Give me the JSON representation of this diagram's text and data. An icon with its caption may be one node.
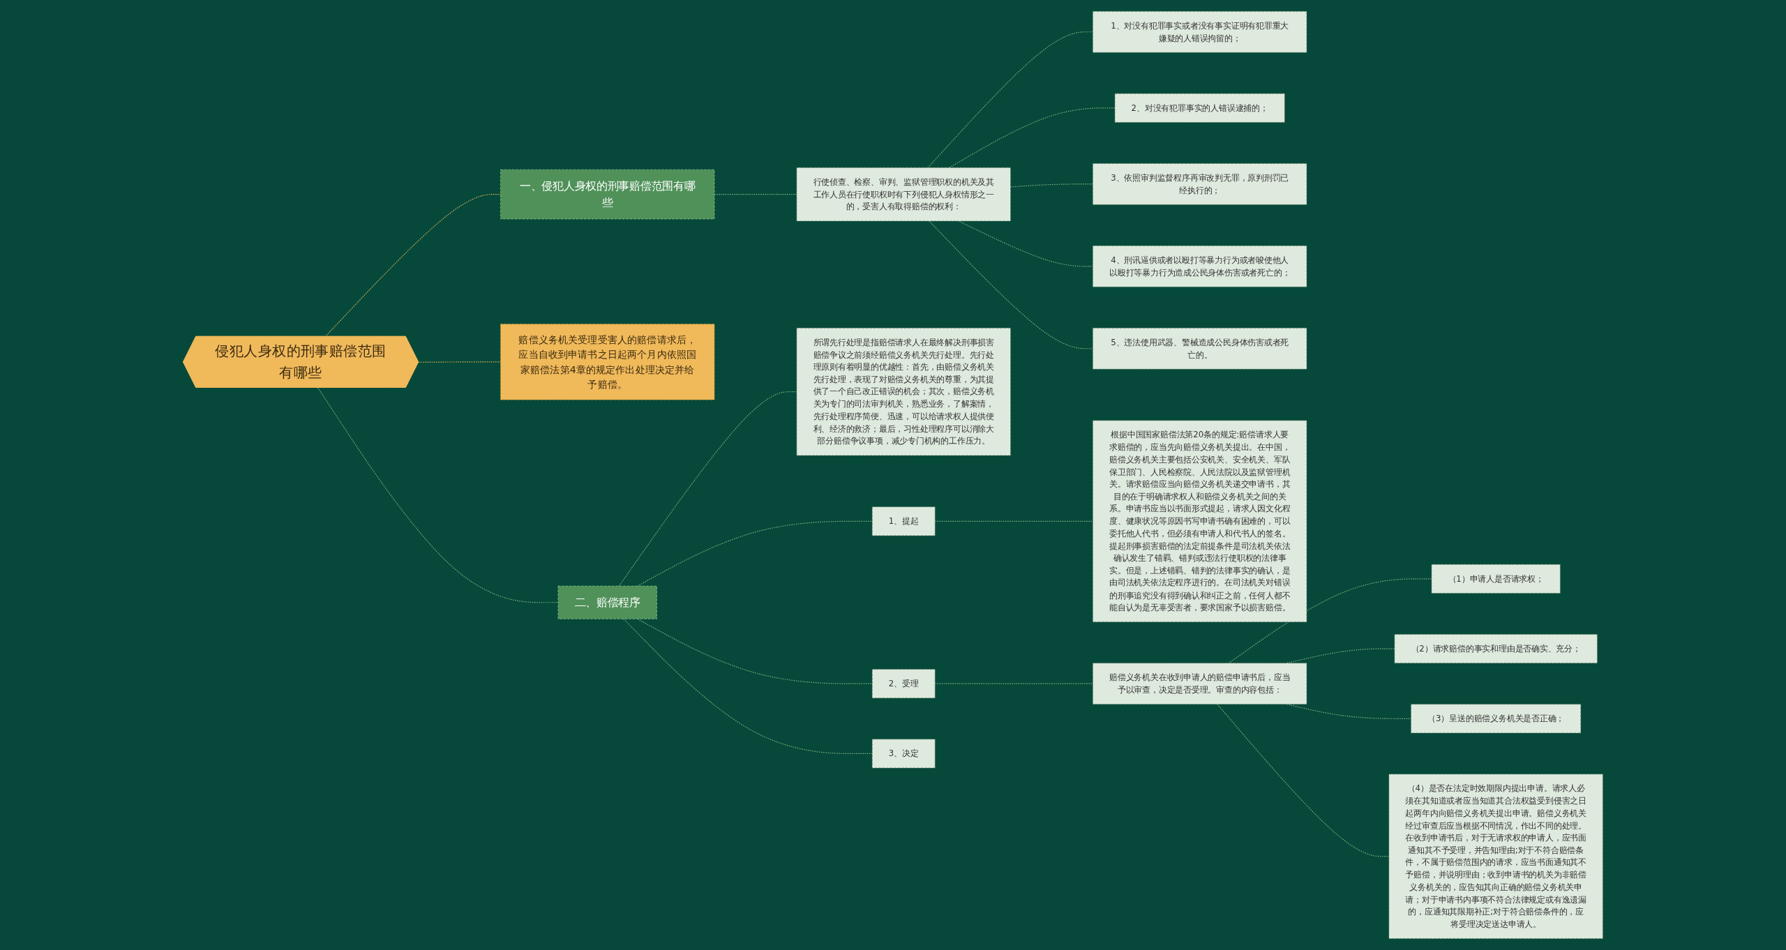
{
  "diagram": {
    "nodes": [
      {
        "text": [
          "侵犯人身权的刑事赔偿范围有哪些"
        ]
      },
      {
        "text": [
          "一、侵犯人身权的刑事赔偿范围有哪些"
        ]
      },
      {
        "text": [
          "行使侦查、检察、审判、监狱管理职权的机关及其工作人员在行使职权时有下列侵犯人身权情形之一的，受害人有取得赔偿的权利："
        ]
      },
      {
        "text": [
          "1、对没有犯罪事实或者没有事实证明有犯罪重大嫌疑的人错误拘留的；"
        ]
      },
      {
        "text": [
          "2、对没有犯罪事实的人错误逮捕的；"
        ]
      },
      {
        "text": [
          "3、依照审判监督程序再审改判无罪，原判刑罚已经执行的；"
        ]
      },
      {
        "text": [
          "4、刑讯逼供或者以殴打等暴力行为或者唆使他人以殴打等暴力行为造成公民身体伤害或者死亡的；"
        ]
      },
      {
        "text": [
          "5、违法使用武器、警械造成公民身体伤害或者死亡的。"
        ]
      },
      {
        "text": [
          "赔偿义务机关受理受害人的赔偿请求后，应当自收到申请书之日起两个月内依照国家赔偿法第4章的规定作出处理决定并给予赔偿。"
        ]
      },
      {
        "text": [
          "二、赔偿程序"
        ]
      },
      {
        "text": [
          "所谓先行处理是指赔偿请求人在最终解决刑事损害赔偿争议之前须经赔偿义务机关先行处理。先行处理原则有着明显的优越性：首先，由赔偿义务机关先行处理，表现了对赔偿义务机关的尊重，为其提供了一个自己改正错误的机会；其次，赔偿义务机关为专门的司法审判机关，熟悉业务，了解案情，先行处理程序简便、迅速，可以给请求权人提供便利、经济的救济；最后，习性处理程序可以消除大部分赔偿争议事项，减少专门机构的工作压力。"
        ]
      },
      {
        "text": [
          "1、提起"
        ]
      },
      {
        "text": [
          "根据中国国家赔偿法第20条的规定:赔偿请求人要求赔偿的，应当先向赔偿义务机关提出。在中国，赔偿义务机关主要包括公安机关、安全机关、军队保卫部门、人民检察院、人民法院以及监狱管理机关。请求赔偿应当向赔偿义务机关递交申请书，其目的在于明确请求权人和赔偿义务机关之间的关系。申请书应当以书面形式提起，请求人因文化程度、健康状况等原因书写申请书确有困难的，可以委托他人代书，但必须有申请人和代书人的签名。提起刑事损害赔偿的法定前提条件是司法机关依法确认发生了错羁、错判或违法行使职权的法律事实。但是，上述错羁、错判的法律事实的确认，是由司法机关依法定程序进行的。在司法机关对错误的刑事追究没有得到确认和纠正之前，任何人都不能自认为是无辜受害者，要求国家予以损害赔偿。"
        ]
      },
      {
        "text": [
          "2、受理"
        ]
      },
      {
        "text": [
          "赔偿义务机关在收到申请人的赔偿申请书后，应当予以审查，决定是否受理。审查的内容包括："
        ]
      },
      {
        "text": [
          "（1）申请人是否请求权；"
        ]
      },
      {
        "text": [
          "（2）请求赔偿的事实和理由是否确实、充分；"
        ]
      },
      {
        "text": [
          "（3）呈送的赔偿义务机关是否正确；"
        ]
      },
      {
        "text": [
          "（4）是否在法定时效期限内提出申请。请求人必须在其知道或者应当知道其合法权益受到侵害之日起两年内向赔偿义务机关提出申请。赔偿义务机关经过审查后应当根据不同情况，作出不同的处理。在收到申请书后，对于无请求权的申请人，应书面通知其不予受理，并告知理由;对于不符合赔偿条件，不属于赔偿范围内的请求，应当书面通知其不予赔偿，并说明理由；收到申请书的机关为非赔偿义务机关的，应告知其向正确的赔偿义务机关申请；对于申请书内事项不符合法律规定或有逸遗漏的，应通知其限期补正;对于符合赔偿条件的，应将受理决定送达申请人。"
        ]
      },
      {
        "text": [
          "3、决定"
        ]
      }
    ],
    "edges": [
      {
        "from": 0,
        "to": 1,
        "arrow": "none",
        "style": "dashed",
        "color": "#e0b35a"
      },
      {
        "from": 1,
        "to": 2,
        "arrow": "none",
        "style": "dashed"
      },
      {
        "from": 2,
        "to": 3,
        "arrow": "none",
        "style": "dashed"
      },
      {
        "from": 2,
        "to": 4,
        "arrow": "none",
        "style": "dashed"
      },
      {
        "from": 2,
        "to": 5,
        "arrow": "none",
        "style": "dashed"
      },
      {
        "from": 2,
        "to": 6,
        "arrow": "none",
        "style": "dashed"
      },
      {
        "from": 2,
        "to": 7,
        "arrow": "none",
        "style": "dashed"
      },
      {
        "from": 0,
        "to": 8,
        "arrow": "none",
        "style": "dashed",
        "color": "#e0b35a"
      },
      {
        "from": 0,
        "to": 9,
        "arrow": "none",
        "style": "dashed"
      },
      {
        "from": 9,
        "to": 10,
        "arrow": "none",
        "style": "dashed"
      },
      {
        "from": 9,
        "to": 11,
        "arrow": "none",
        "style": "dashed"
      },
      {
        "from": 11,
        "to": 12,
        "arrow": "none",
        "style": "dashed"
      },
      {
        "from": 9,
        "to": 13,
        "arrow": "none",
        "style": "dashed"
      },
      {
        "from": 13,
        "to": 14,
        "arrow": "none",
        "style": "dashed"
      },
      {
        "from": 14,
        "to": 15,
        "arrow": "none",
        "style": "dashed"
      },
      {
        "from": 14,
        "to": 16,
        "arrow": "none",
        "style": "dashed"
      },
      {
        "from": 14,
        "to": 17,
        "arrow": "none",
        "style": "dashed"
      },
      {
        "from": 14,
        "to": 18,
        "arrow": "none",
        "style": "dashed"
      },
      {
        "from": 9,
        "to": 19,
        "arrow": "none",
        "style": "dashed"
      }
    ]
  }
}
